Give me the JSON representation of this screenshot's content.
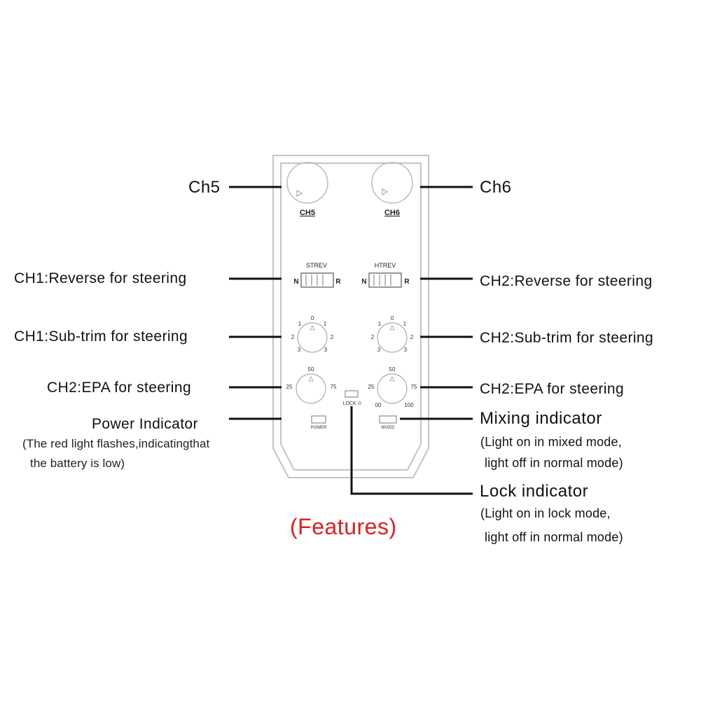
{
  "colors": {
    "line": "#111111",
    "outline": "#c4c4c4",
    "feature_text": "#e02020",
    "panel_text": "#222222"
  },
  "panel": {
    "knob_ch5_label": "CH5",
    "knob_ch6_label": "CH6",
    "switch1": {
      "title": "STREV",
      "left": "N",
      "right": "R"
    },
    "switch2": {
      "title": "HTREV",
      "left": "N",
      "right": "R"
    },
    "trim1": {
      "top": "0",
      "tl": "1",
      "tr": "1",
      "ml": "2",
      "mr": "2",
      "bl": "3",
      "br": "3"
    },
    "trim2": {
      "top": "0",
      "tl": "1",
      "tr": "1",
      "ml": "2",
      "mr": "2",
      "bl": "3",
      "br": "3"
    },
    "epa1": {
      "top": "50",
      "left": "25",
      "right": "75"
    },
    "epa2": {
      "top": "50",
      "left": "25",
      "right": "75",
      "bl": "00",
      "br": "100"
    },
    "lock_label": "LOCK ⊙",
    "power_label": "POWER",
    "mixed_label": "MIXED"
  },
  "callouts": {
    "ch5": "Ch5",
    "ch6": "Ch6",
    "ch1_reverse": "CH1:Reverse for steering",
    "ch2_reverse": "CH2:Reverse for steering",
    "ch1_subtrim": "CH1:Sub-trim for steering",
    "ch2_subtrim": "CH2:Sub-trim for steering",
    "epa_left": "CH2:EPA  for steering",
    "epa_right": "CH2:EPA  for steering",
    "power_title": "Power Indicator",
    "power_note1": "(The red light flashes,indicatingthat",
    "power_note2": "the battery is low)",
    "mixing_title": "Mixing indicator",
    "mixing_note1": "(Light on in mixed mode,",
    "mixing_note2": "light off in normal mode)",
    "lock_title": "Lock indicator",
    "lock_note1": "(Light on in lock mode,",
    "lock_note2": "light off in normal mode)"
  },
  "features_label": "(Features)"
}
